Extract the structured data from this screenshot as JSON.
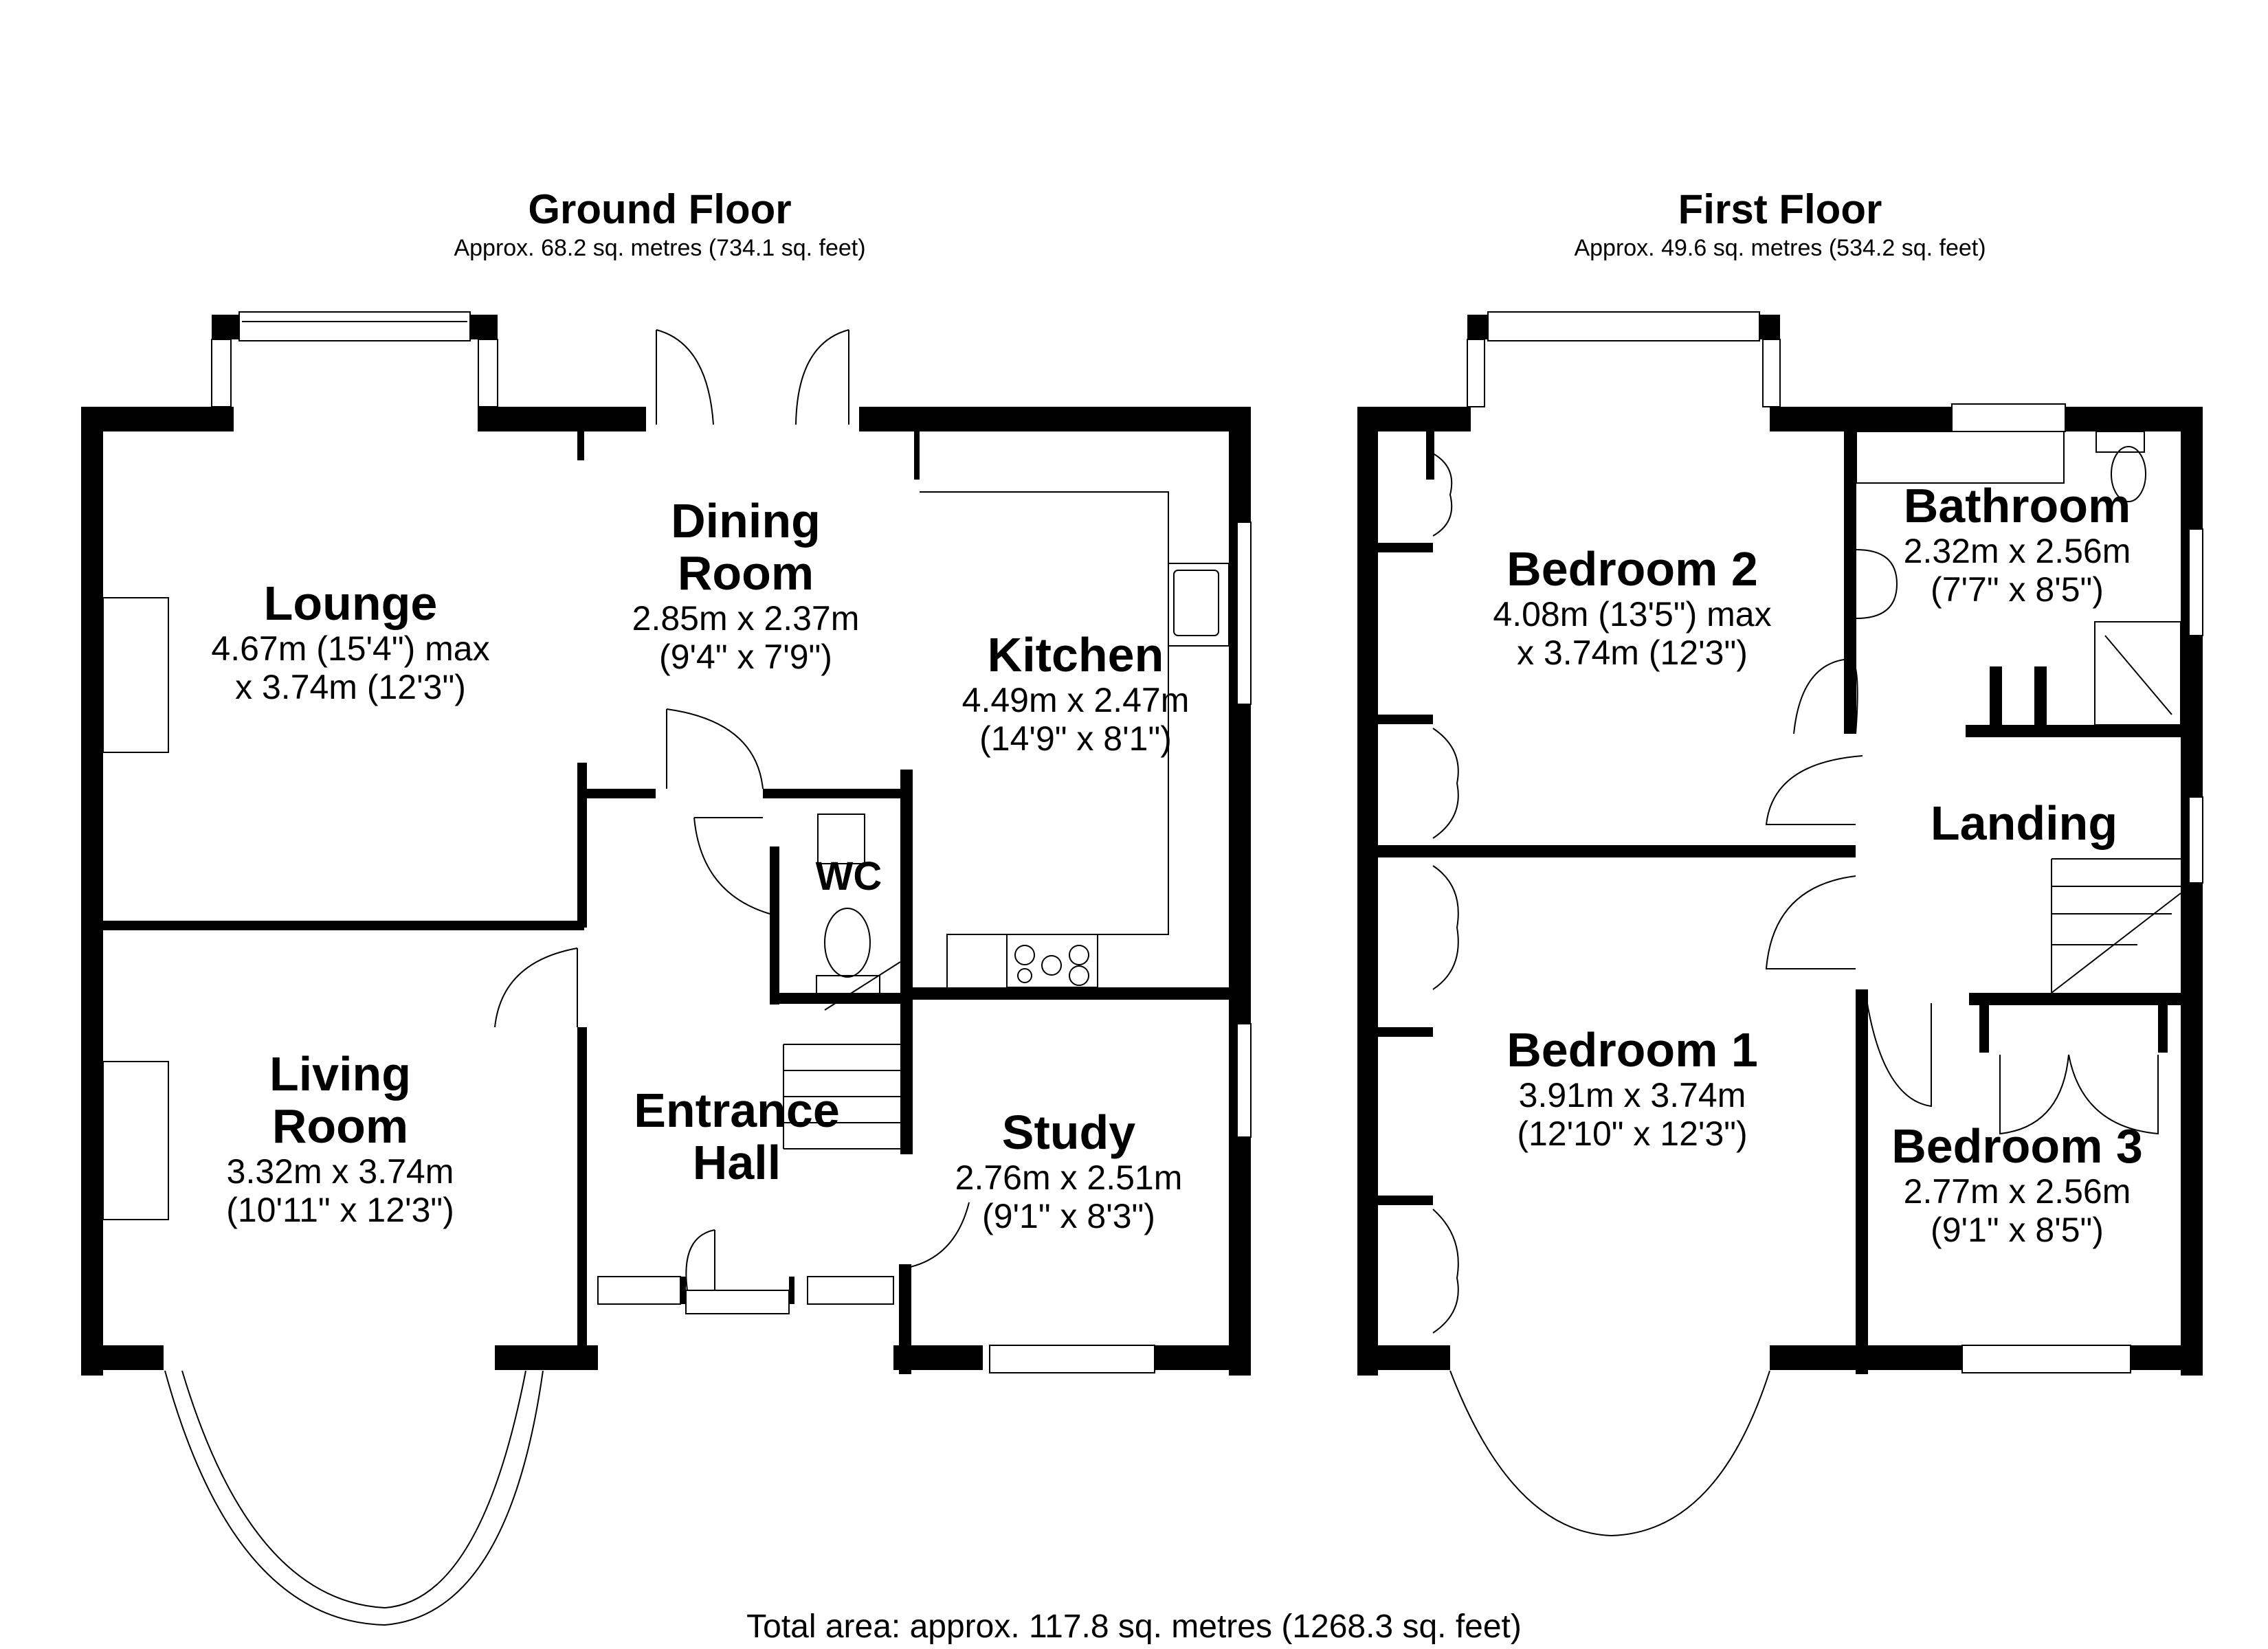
{
  "ground_floor": {
    "title": "Ground Floor",
    "area": "Approx. 68.2 sq. metres (734.1 sq. feet)",
    "rooms": {
      "lounge": {
        "name": "Lounge",
        "dim1": "4.67m (15'4\") max",
        "dim2": "x 3.74m (12'3\")"
      },
      "dining": {
        "name1": "Dining",
        "name2": "Room",
        "dim1": "2.85m x 2.37m",
        "dim2": "(9'4\" x 7'9\")"
      },
      "kitchen": {
        "name": "Kitchen",
        "dim1": "4.49m x 2.47m",
        "dim2": "(14'9\" x 8'1\")"
      },
      "wc": {
        "name": "WC"
      },
      "living": {
        "name1": "Living",
        "name2": "Room",
        "dim1": "3.32m x 3.74m",
        "dim2": "(10'11\" x 12'3\")"
      },
      "hall": {
        "name1": "Entrance",
        "name2": "Hall"
      },
      "study": {
        "name": "Study",
        "dim1": "2.76m x 2.51m",
        "dim2": "(9'1\" x 8'3\")"
      }
    }
  },
  "first_floor": {
    "title": "First Floor",
    "area": "Approx. 49.6 sq. metres (534.2 sq. feet)",
    "rooms": {
      "bedroom2": {
        "name": "Bedroom 2",
        "dim1": "4.08m (13'5\") max",
        "dim2": "x 3.74m (12'3\")"
      },
      "bathroom": {
        "name": "Bathroom",
        "dim1": "2.32m x 2.56m",
        "dim2": "(7'7\" x 8'5\")"
      },
      "landing": {
        "name": "Landing"
      },
      "bedroom1": {
        "name": "Bedroom 1",
        "dim1": "3.91m x 3.74m",
        "dim2": "(12'10\" x 12'3\")"
      },
      "bedroom3": {
        "name": "Bedroom 3",
        "dim1": "2.77m x 2.56m",
        "dim2": "(9'1\" x 8'5\")"
      }
    }
  },
  "footer": {
    "total_area": "Total area: approx. 117.8 sq. metres (1268.3 sq. feet)"
  }
}
